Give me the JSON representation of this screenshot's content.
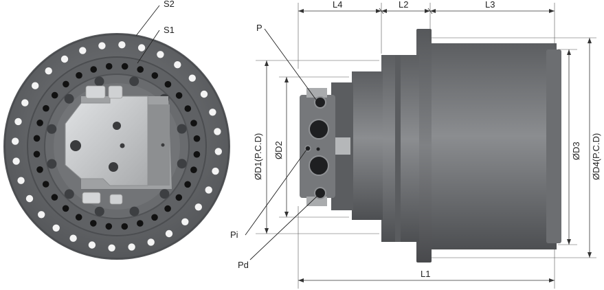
{
  "labels": {
    "s2": "S2",
    "s1": "S1",
    "p": "P",
    "pi": "Pi",
    "pd": "Pd",
    "l1": "L1",
    "l2": "L2",
    "l3": "L3",
    "l4": "L4",
    "d1": "ØD1(P.C.D)",
    "d2": "ØD2",
    "d3": "ØD3",
    "d4": "ØD4(P.C.D)"
  },
  "colors": {
    "body": "#6e7073",
    "body_dark": "#4f5154",
    "body_light": "#8a8c8f",
    "valve": "#c9cbcd",
    "hole": "#111111"
  }
}
